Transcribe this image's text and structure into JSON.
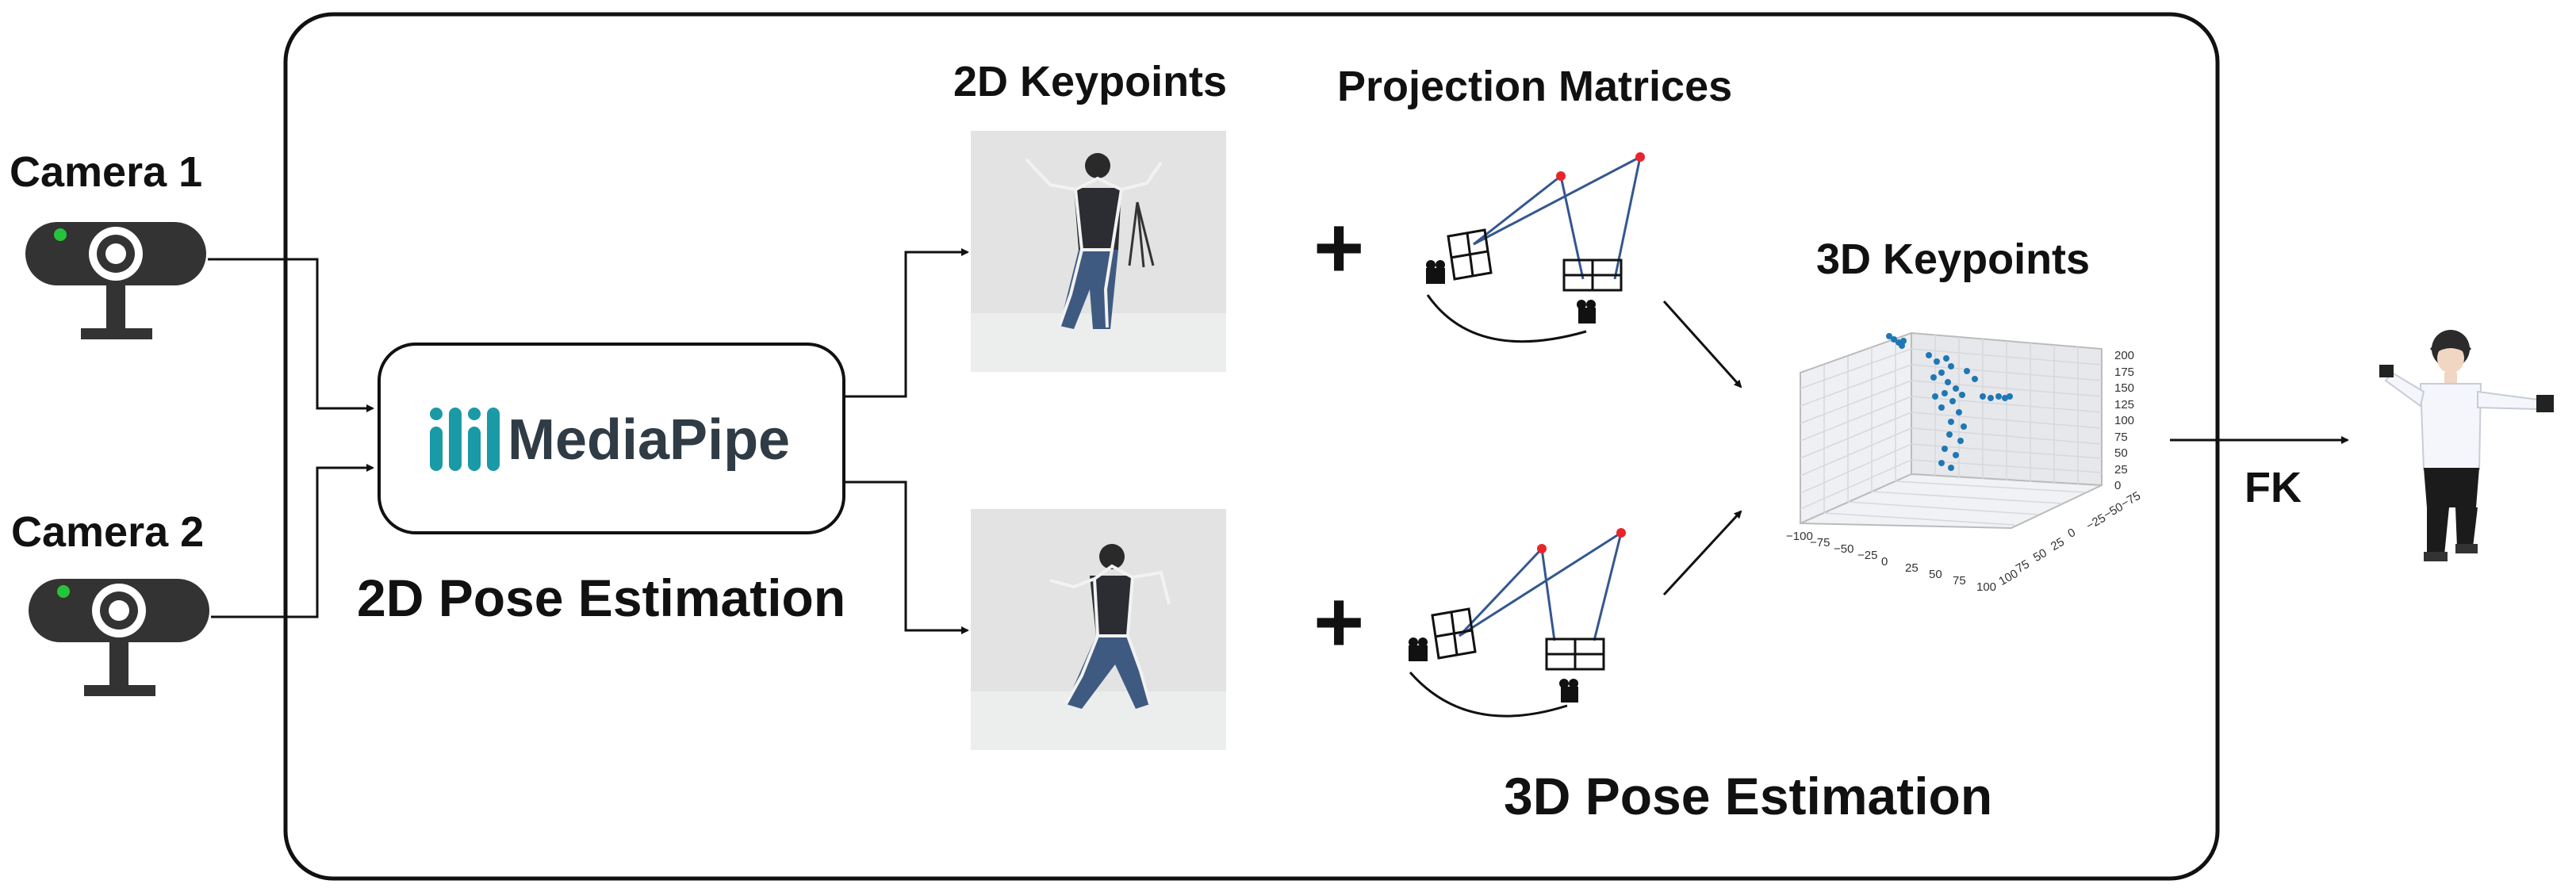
{
  "cameras": [
    {
      "label": "Camera 1"
    },
    {
      "label": "Camera 2"
    }
  ],
  "mediapipe": {
    "logo_text": "MediaPipe"
  },
  "labels": {
    "pose_2d": "2D Pose Estimation",
    "keypoints_2d": "2D Keypoints",
    "projection": "Projection Matrices",
    "keypoints_3d": "3D Keypoints",
    "pose_3d": "3D Pose Estimation",
    "fk": "FK",
    "plus": "+"
  },
  "scatter3d": {
    "right_axis_ticks": [
      "200",
      "175",
      "150",
      "125",
      "100",
      "75",
      "50",
      "25",
      "0"
    ],
    "bottom_axis_ticks": [
      "−100",
      "−75",
      "−50",
      "−25",
      "0",
      "25",
      "50",
      "75",
      "100"
    ],
    "depth_axis_ticks": [
      "100",
      "75",
      "50",
      "25",
      "0",
      "−25",
      "−50",
      "−75"
    ]
  },
  "colors": {
    "outline": "#111111",
    "mediapipe_teal": "#1a9aa6",
    "mediapipe_text": "#2f3b45",
    "camera_indicator": "#27c23d",
    "projection_line": "#34578f",
    "projection_point": "#e8252d",
    "scatter_point": "#1f77b4"
  }
}
